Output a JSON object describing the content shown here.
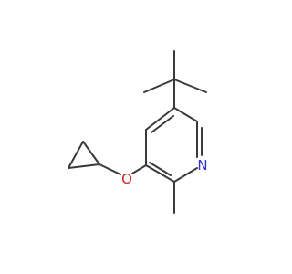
{
  "molecule": {
    "atoms": [
      {
        "id": "N",
        "symbol": "N",
        "color": "#3333cc"
      },
      {
        "id": "O",
        "symbol": "O",
        "color": "#cc2222"
      }
    ],
    "bond_color": "#3a3a3a"
  }
}
